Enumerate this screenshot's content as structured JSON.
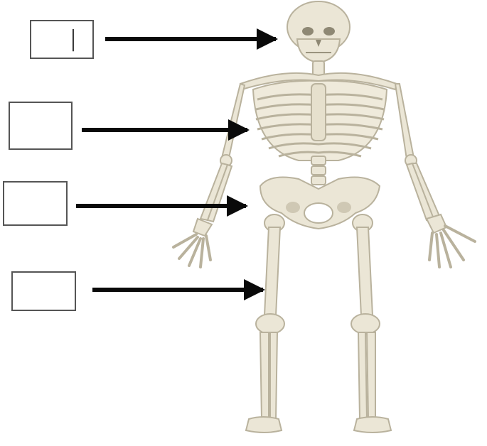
{
  "labels": [
    {
      "id": "skull",
      "text": "|"
    },
    {
      "id": "ribcage",
      "text": ""
    },
    {
      "id": "pelvis",
      "text": ""
    },
    {
      "id": "femur",
      "text": ""
    }
  ],
  "colors": {
    "bone": "#ebe6d6",
    "bone_shadow": "#b9b29d",
    "arrow": "#0a0a0a",
    "box_border": "#555555"
  }
}
